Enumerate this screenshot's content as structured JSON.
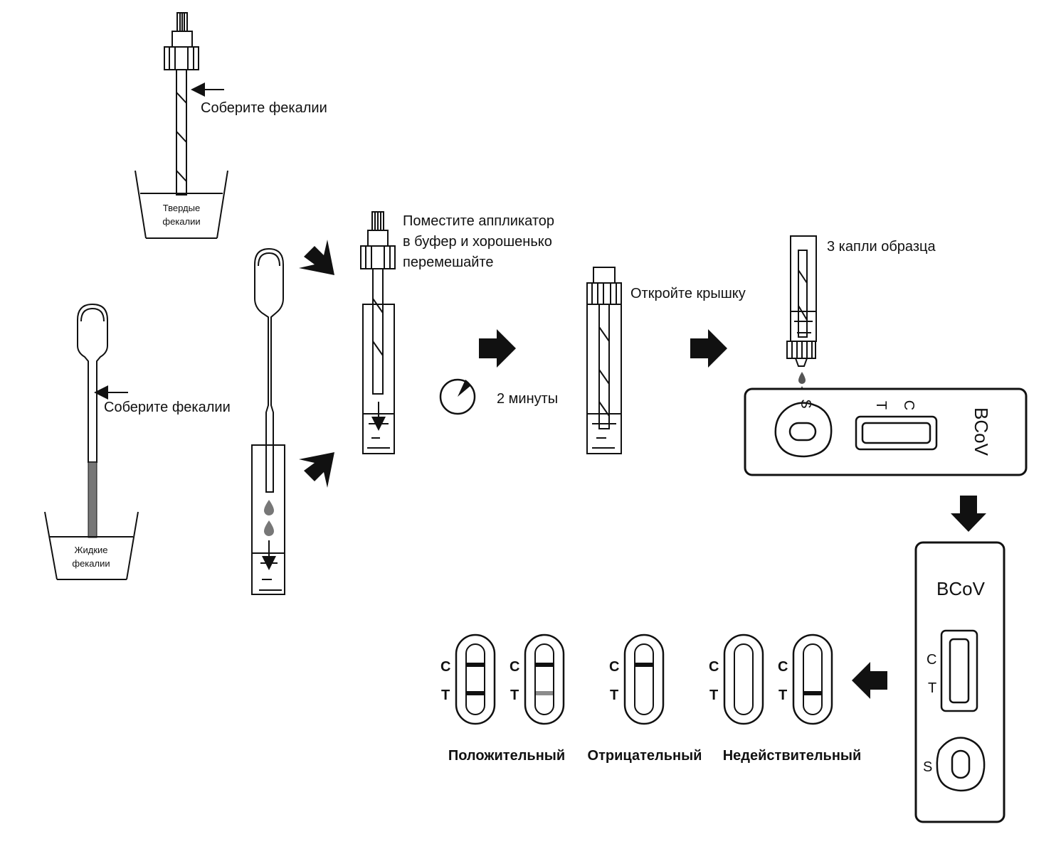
{
  "step_labels": {
    "collect_solid": "Соберите фекалии",
    "collect_liquid": "Соберите фекалии",
    "solid_cup_line1": "Твердые",
    "solid_cup_line2": "фекалии",
    "liquid_cup_line1": "Жидкие",
    "liquid_cup_line2": "фекалии",
    "mix_line1": "Поместите аппликатор",
    "mix_line2": "в буфер и хорошенько",
    "mix_line3": "перемешайте",
    "timer": "2 минуты",
    "open_cap": "Откройте крышку",
    "drops": "3 капли образца"
  },
  "cassette_horizontal": {
    "brand": "BCoV",
    "sample_mark": "S",
    "t_mark": "T",
    "c_mark": "C"
  },
  "cassette_vertical": {
    "brand": "BCoV",
    "c_mark": "C",
    "t_mark": "T",
    "s_mark": "S"
  },
  "results": {
    "c_mark": "C",
    "t_mark": "T",
    "positive": "Положительный",
    "negative": "Отрицательный",
    "invalid": "Недействительный"
  },
  "colors": {
    "ink": "#111111",
    "sample_gray": "#777777",
    "faint_line": "#8c8c8c"
  }
}
